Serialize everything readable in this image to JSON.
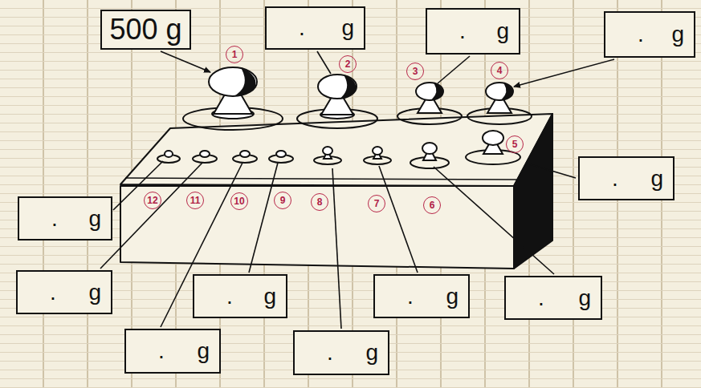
{
  "diagram": {
    "nodes": [
      {
        "text": [
          "500 g"
        ]
      },
      {
        "text": [
          ".",
          "g"
        ]
      },
      {
        "text": [
          ".",
          "g"
        ]
      },
      {
        "text": [
          ".",
          "g"
        ]
      },
      {
        "text": [
          ".",
          "g"
        ]
      },
      {
        "text": [
          ".",
          "g"
        ]
      },
      {
        "text": [
          ".",
          "g"
        ]
      },
      {
        "text": [
          ".",
          "g"
        ]
      },
      {
        "text": [
          ".",
          "g"
        ]
      },
      {
        "text": [
          ".",
          "g"
        ]
      },
      {
        "text": [
          ".",
          "g"
        ]
      },
      {
        "text": [
          ".",
          "g"
        ]
      },
      {
        "text": [
          "1"
        ]
      },
      {
        "text": [
          "2"
        ]
      },
      {
        "text": [
          "3"
        ]
      },
      {
        "text": [
          "4"
        ]
      },
      {
        "text": [
          "5"
        ]
      },
      {
        "text": [
          "6"
        ]
      },
      {
        "text": [
          "7"
        ]
      },
      {
        "text": [
          "8"
        ]
      },
      {
        "text": [
          "9"
        ]
      },
      {
        "text": [
          "10"
        ]
      },
      {
        "text": [
          "11"
        ]
      },
      {
        "text": [
          "12"
        ]
      }
    ]
  }
}
